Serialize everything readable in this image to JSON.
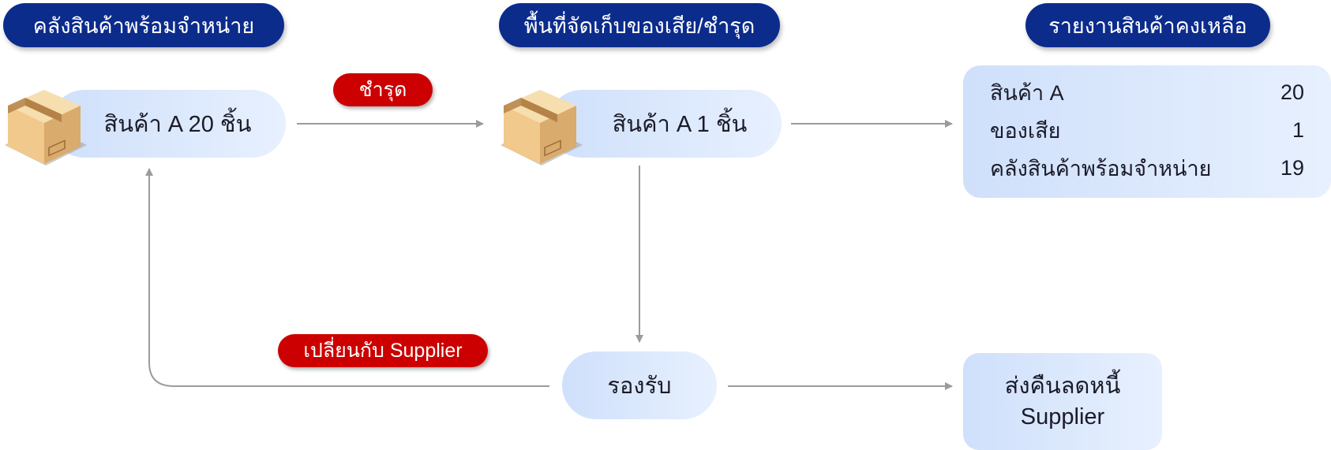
{
  "headers": {
    "ready_stock": "คลังสินค้าพร้อมจำหน่าย",
    "damaged_storage": "พื้นที่จัดเก็บของเสีย/ชำรุด",
    "stock_report": "รายงานสินค้าคงเหลือ"
  },
  "nodes": {
    "warehouse_item": "สินค้า A 20 ชิ้น",
    "damaged_item": "สินค้า A 1 ชิ้น",
    "pending": "รองรับ",
    "return_line1": "ส่งคืนลดหนี้",
    "return_line2": "Supplier"
  },
  "edge_labels": {
    "damaged": "ชำรุด",
    "exchange": "เปลี่ยนกับ Supplier"
  },
  "report": {
    "rows": [
      {
        "label": "สินค้า A",
        "value": "20"
      },
      {
        "label": "ของเสีย",
        "value": "1"
      },
      {
        "label": "คลังสินค้าพร้อมจำหน่าย",
        "value": "19"
      }
    ]
  },
  "colors": {
    "header_bg": "#0c2c8c",
    "tag_bg": "#cc0000",
    "node_bg_start": "#cfe0fb",
    "node_bg_end": "#e7f0fe",
    "arrow": "#9b9b9b"
  },
  "icons": {
    "box": "cardboard-box-icon"
  }
}
